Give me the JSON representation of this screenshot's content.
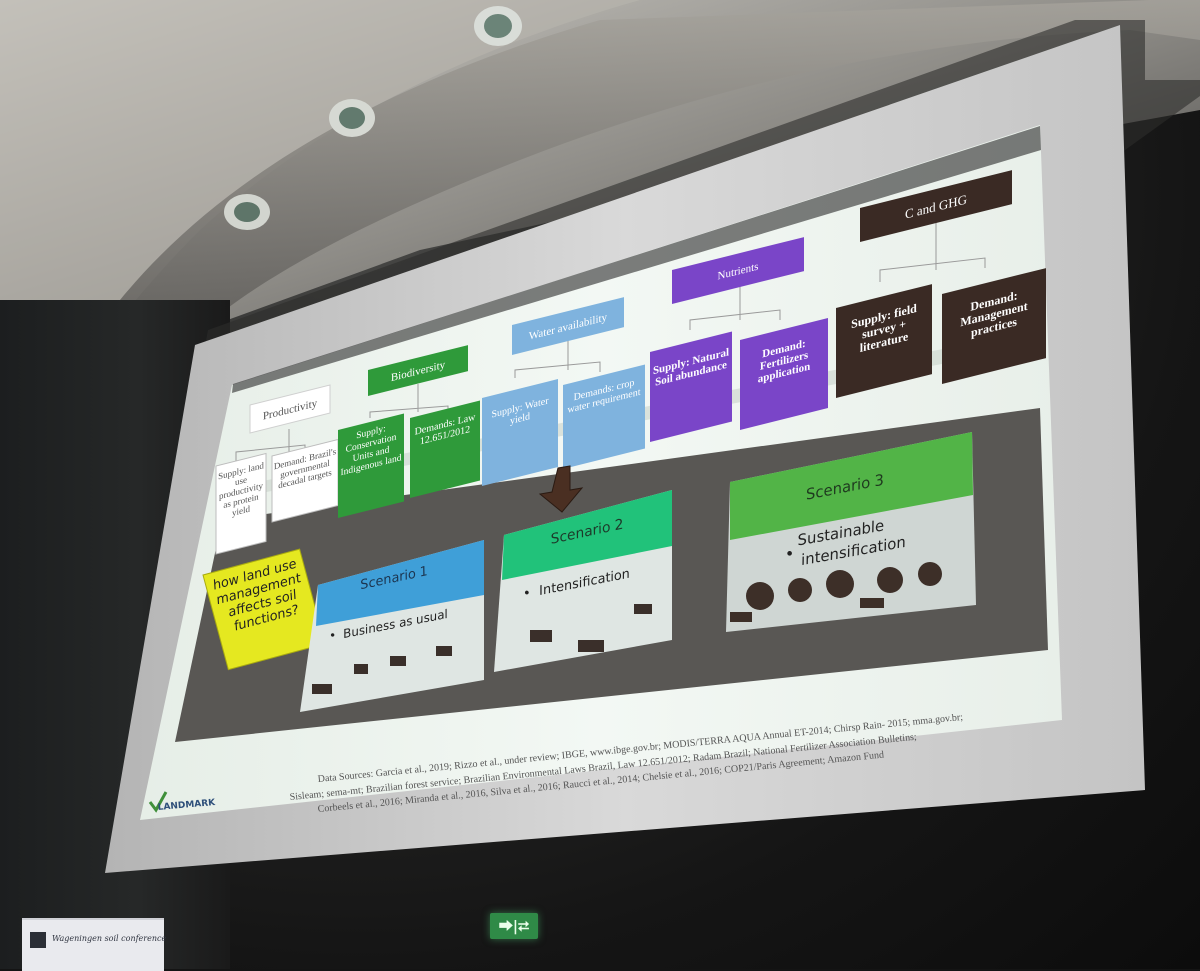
{
  "slide": {
    "services": [
      {
        "title": "Productivity",
        "supply": "Supply: land use productivity as protein yield",
        "demand": "Demand: Brazil's governmental decadal targets"
      },
      {
        "title": "Biodiversity",
        "supply": "Supply: Conservation Units and Indigenous land",
        "demand": "Demands: Law 12.651/2012"
      },
      {
        "title": "Water availability",
        "supply": "Supply: Water yield",
        "demand": "Demands: crop water requirement"
      },
      {
        "title": "Nutrients",
        "supply": "Supply: Natural Soil abundance",
        "demand": "Demand: Fertilizers application"
      },
      {
        "title": "C and GHG",
        "supply": "Supply: field survey + literature",
        "demand": "Demand: Management practices"
      }
    ],
    "question": "how land use management affects soil functions?",
    "scenarios": [
      {
        "title": "Scenario 1",
        "bullet": "Business as usual"
      },
      {
        "title": "Scenario 2",
        "bullet": "Intensification"
      },
      {
        "title": "Scenario 3",
        "bullet": "Sustainable intensification"
      }
    ],
    "sources_line1": "Data Sources: Garcia et al., 2019; Rizzo et al., under review; IBGE, www.ibge.gov.br; MODIS/TERRA AQUA Annual ET-2014; Chirsp Rain- 2015; mma.gov.br;",
    "sources_line2": "Sisleam; sema-mt; Brazilian forest service; Brazilian Environmental Laws Brazil, Law 12.651/2012; Radam Brazil; National Fertilizer Association Bulletins;",
    "sources_line3": "Corbeels et al., 2016; Miranda et al., 2016, Silva et al., 2016; Raucci et al., 2014; Chelsie et al., 2016; COP21/Paris Agreement; Amazon Fund",
    "logo": "LANDMARK"
  },
  "room": {
    "exit_sign": "⮕|⮂",
    "conference_sign": "Wageningen soil conference"
  },
  "colors": {
    "productivity": "#f3f3f3",
    "biodiversity": "#2f9a3a",
    "water": "#7fb3de",
    "nutrients": "#7a45c8",
    "carbon": "#3a2a24",
    "scenario1": "#3f9fd8",
    "scenario2": "#21c27a",
    "scenario3": "#52b447",
    "postit": "#e5e820"
  }
}
